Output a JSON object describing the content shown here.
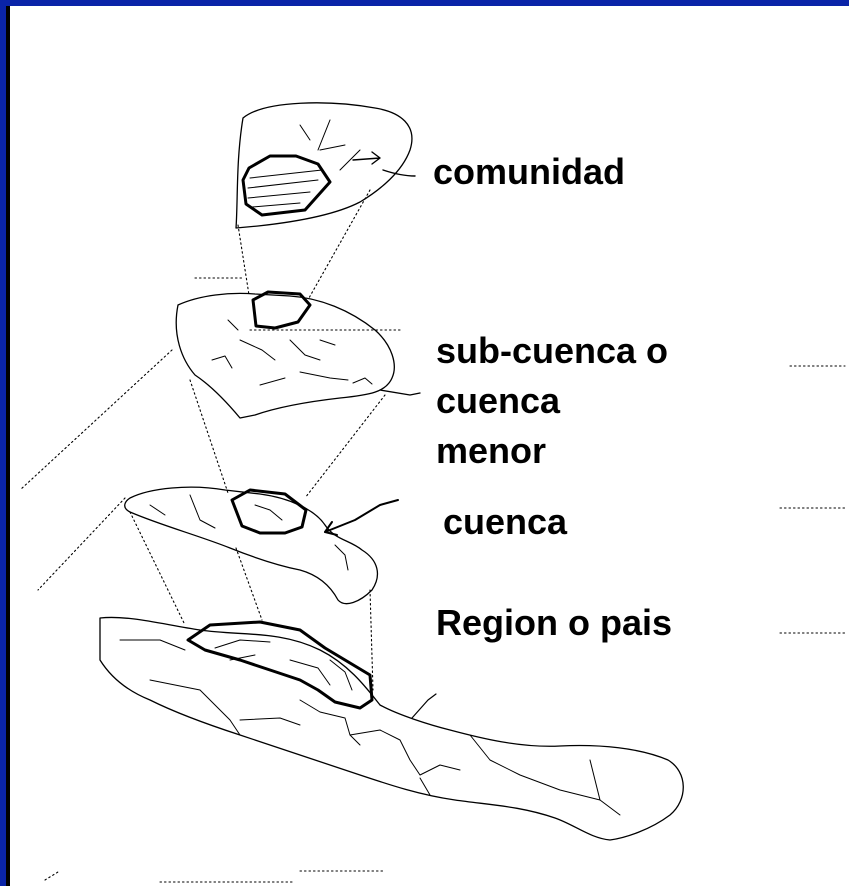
{
  "labels": {
    "comunidad": "comunidad",
    "sub_cuenca_lines": [
      "sub-cuenca o",
      "cuenca",
      "menor"
    ],
    "cuenca": "cuenca",
    "region": "Region o pais"
  },
  "colors": {
    "border": "#0a24a8",
    "ink": "#000000",
    "background": "#ffffff"
  }
}
